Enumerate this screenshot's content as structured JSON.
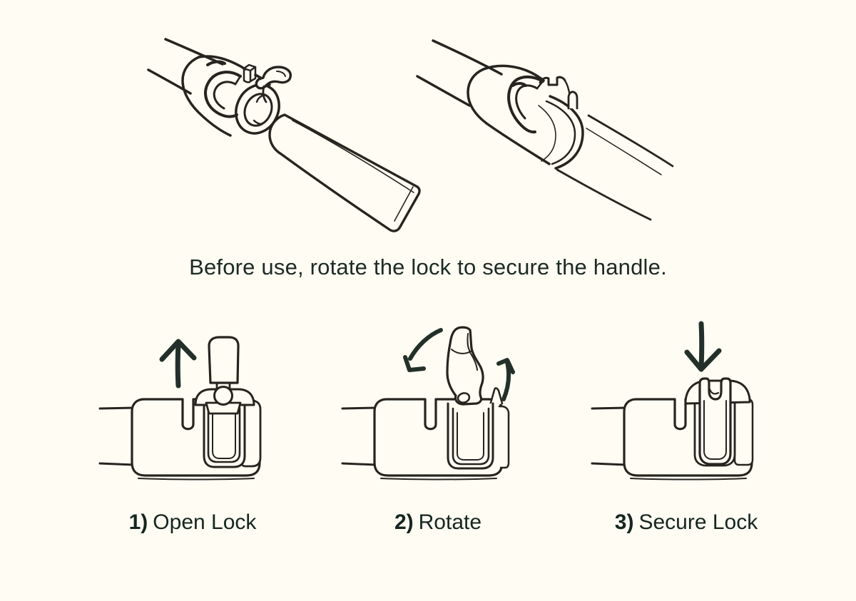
{
  "colors": {
    "background": "#FEFCF3",
    "illustration_line": "#26241E",
    "arrow": "#223029",
    "text": "#1C2A23"
  },
  "caption": "Before use, rotate the lock to secure the handle.",
  "illustrations": {
    "top_left": "handle-lock-open-with-detached-pole",
    "top_right": "handle-assembled-lock-secured"
  },
  "steps": [
    {
      "number": "1)",
      "label": "Open Lock",
      "icon": "up-arrow-icon"
    },
    {
      "number": "2)",
      "label": "Rotate",
      "icon": "rotate-arrows-icon"
    },
    {
      "number": "3)",
      "label": "Secure Lock",
      "icon": "down-arrow-icon"
    }
  ]
}
